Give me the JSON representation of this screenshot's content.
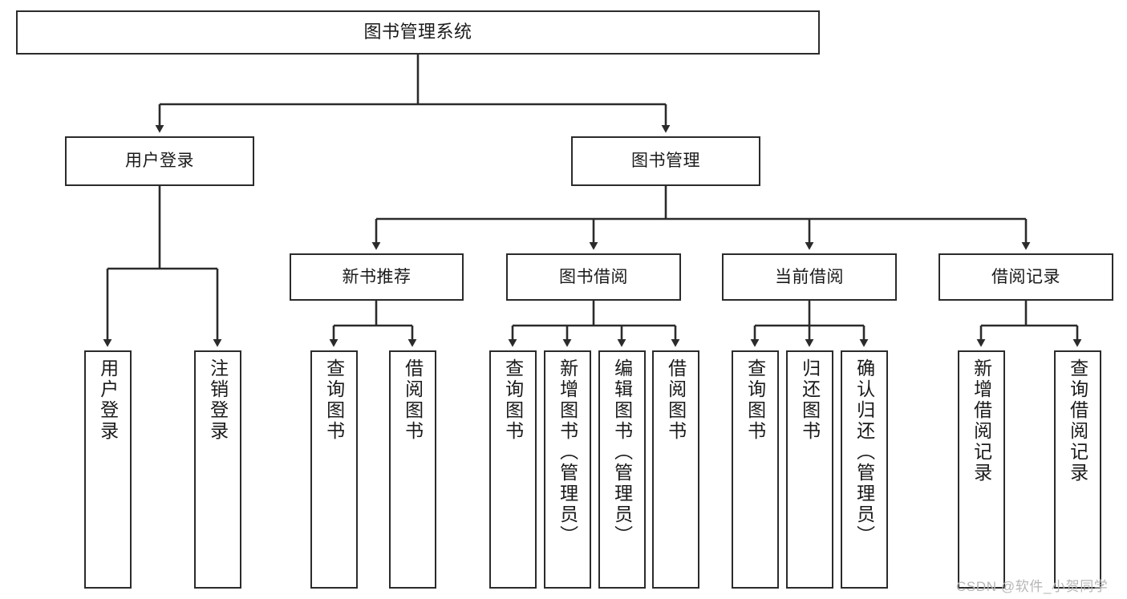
{
  "diagram": {
    "title": "图书管理系统",
    "type": "tree",
    "colors": {
      "box_border": "#2b2b2b",
      "box_fill": "#ffffff",
      "edge": "#2b2b2b",
      "text": "#1a1a1a",
      "watermark": "#b6b6b6"
    },
    "root": {
      "label": "图书管理系统"
    },
    "level1": [
      {
        "label": "用户登录"
      },
      {
        "label": "图书管理"
      }
    ],
    "level2": [
      {
        "label": "新书推荐"
      },
      {
        "label": "图书借阅"
      },
      {
        "label": "当前借阅"
      },
      {
        "label": "借阅记录"
      }
    ],
    "leaves": {
      "user_login": [
        {
          "label": "用户登录"
        },
        {
          "label": "注销登录"
        }
      ],
      "new_book_recommend": [
        {
          "label": "查询图书"
        },
        {
          "label": "借阅图书"
        }
      ],
      "book_borrow": [
        {
          "label": "查询图书"
        },
        {
          "label": "新增图书（管理员）"
        },
        {
          "label": "编辑图书（管理员）"
        },
        {
          "label": "借阅图书"
        }
      ],
      "current_borrow": [
        {
          "label": "查询图书"
        },
        {
          "label": "归还图书"
        },
        {
          "label": "确认归还（管理员）"
        }
      ],
      "borrow_record": [
        {
          "label": "新增借阅记录"
        },
        {
          "label": "查询借阅记录"
        }
      ]
    }
  },
  "watermark": {
    "text": "CSDN @软件_小贺同学"
  }
}
